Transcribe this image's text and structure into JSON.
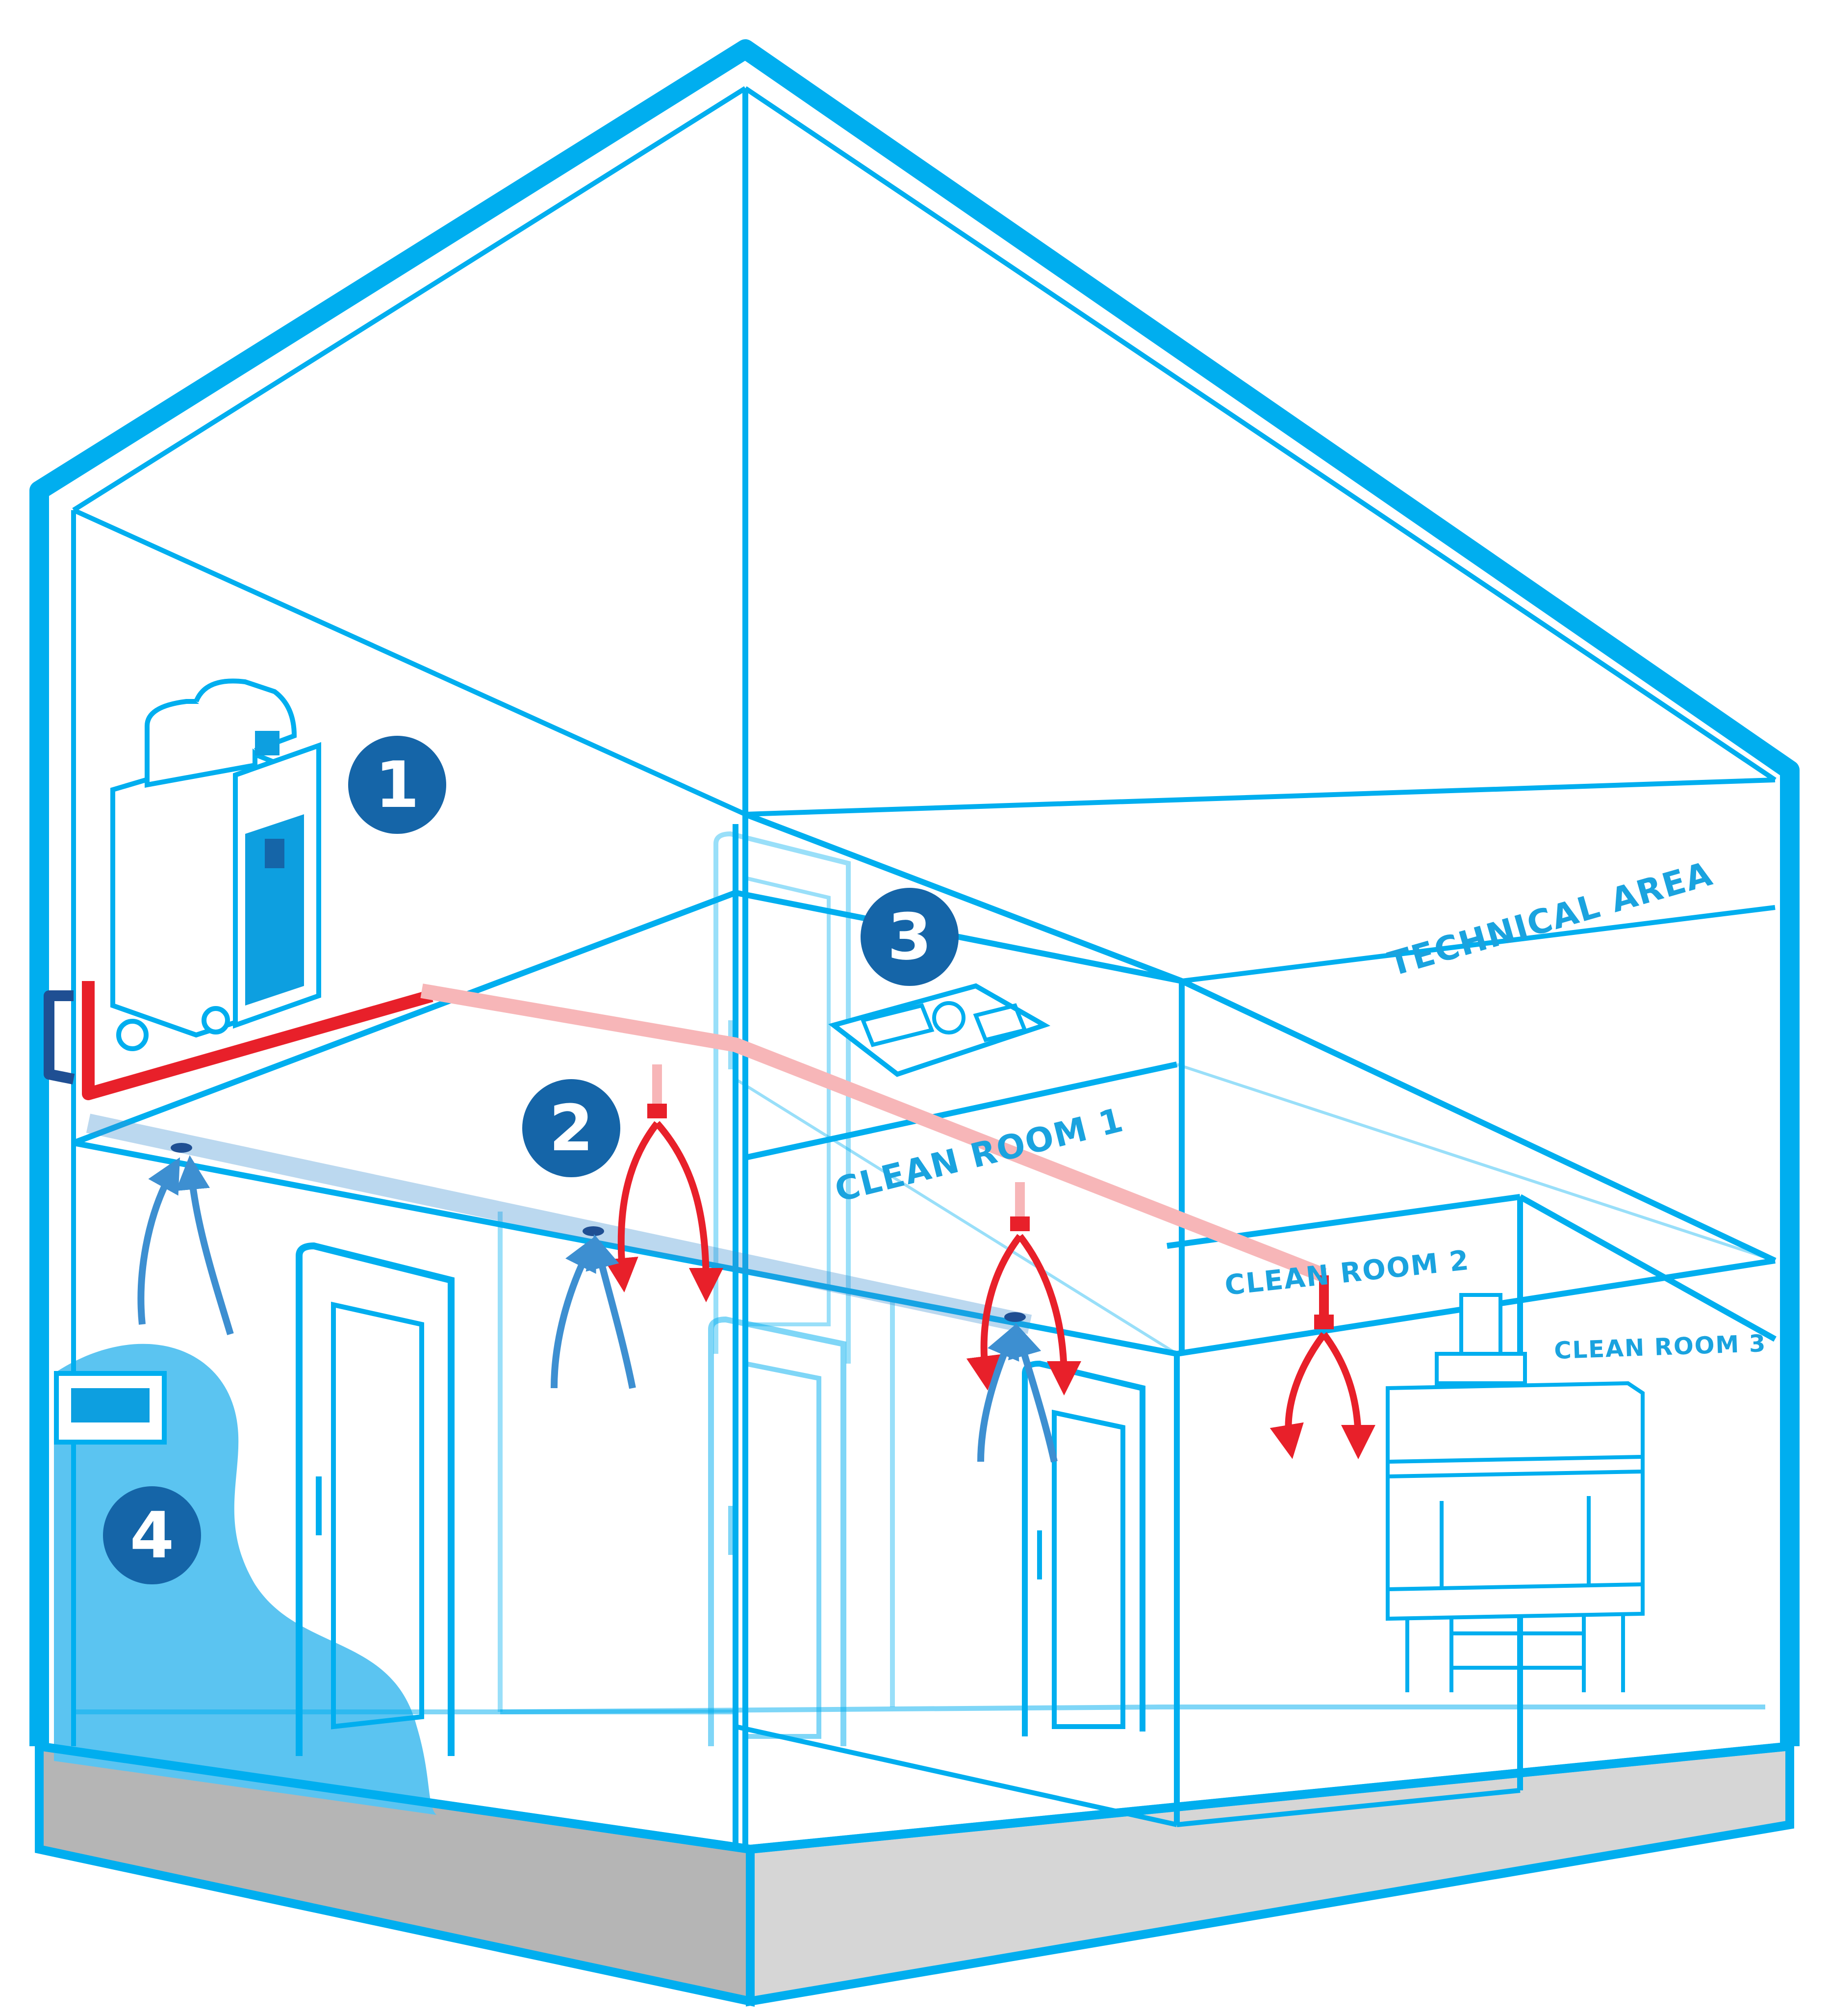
{
  "labels": {
    "technical_area": "TECHNICAL AREA",
    "clean_room_1": "CLEAN ROOM 1",
    "clean_room_2": "CLEAN ROOM 2",
    "clean_room_3": "CLEAN ROOM 3"
  },
  "markers": [
    "1",
    "2",
    "3",
    "4"
  ],
  "colors": {
    "structure": "#00aeef",
    "marker": "#1565a8",
    "supply_duct": "#e8202a",
    "supply_duct_faded": "#f7b6b8",
    "return_duct": "#1f4f93",
    "return_air": "#3d8fd1",
    "floor_dark": "#b5b5b5",
    "floor_light": "#d6d6d6",
    "water": "#5bc4f1"
  }
}
